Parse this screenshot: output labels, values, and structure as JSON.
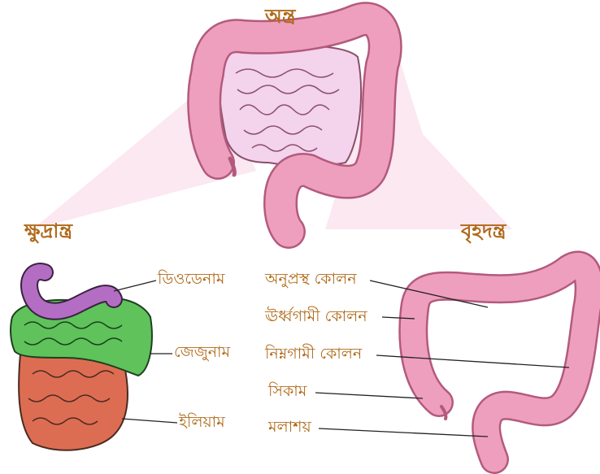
{
  "diagram": {
    "title": "অন্ত্র",
    "small_intestine": {
      "title": "ক্ষুদ্রান্ত্র",
      "parts": [
        "ডিওডেনাম",
        "জেজুনাম",
        "ইলিয়াম"
      ]
    },
    "large_intestine": {
      "title": "বৃহদন্ত্র",
      "parts": [
        "অনুপ্রস্থ কোলন",
        "ঊর্ধ্বগামী কোলন",
        "নিম্নগামী কোলন",
        "সিকাম",
        "মলাশয়"
      ]
    },
    "colors": {
      "label_text": "#b06a1a",
      "colon_pink": "#ef9fbe",
      "colon_outline": "#b35a7c",
      "mesentery": "#f4d3ec",
      "duodenum": "#b36ec4",
      "jejunum": "#5fc25b",
      "ileum": "#dd6d52",
      "zoom_fan": "#fbe6ef"
    }
  }
}
